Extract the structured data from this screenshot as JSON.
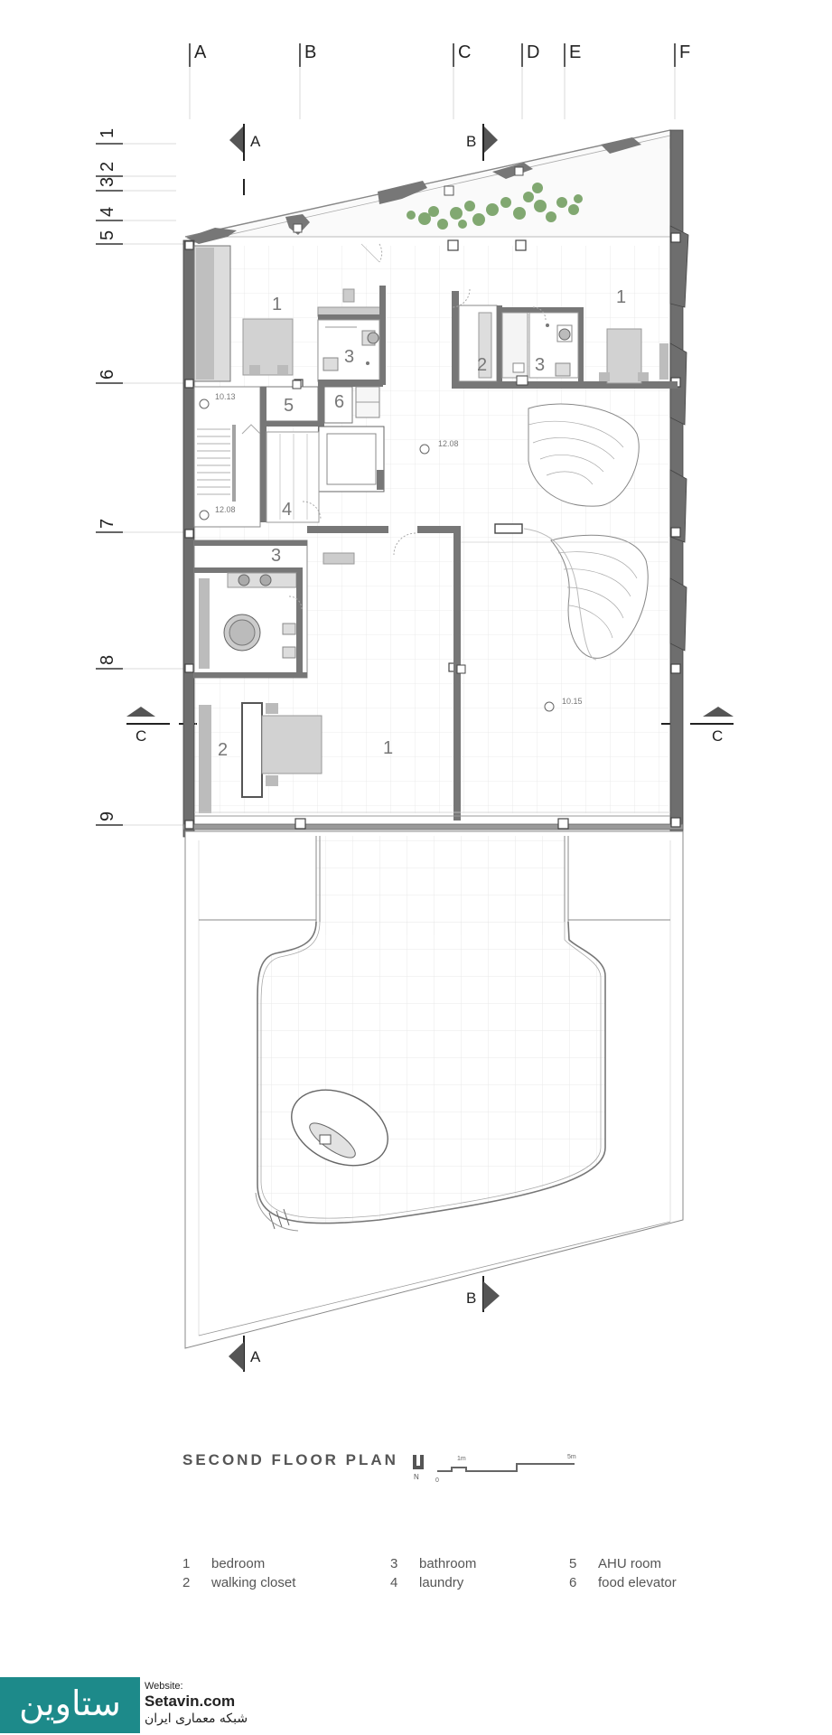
{
  "grid_columns": [
    "A",
    "B",
    "C",
    "D",
    "E",
    "F"
  ],
  "grid_rows": [
    "1",
    "2",
    "3",
    "4",
    "5",
    "6",
    "7",
    "8",
    "9"
  ],
  "section_marks": {
    "a": "A",
    "b": "B",
    "c": "C"
  },
  "rooms": {
    "bedroom_upper_left": "1",
    "bedroom_upper_right": "1",
    "closet_upper_right": "2",
    "bath_upper_left": "3",
    "bath_upper_right": "3",
    "food_elevator": "6",
    "ahu_room": "5",
    "laundry": "4",
    "bath_lower": "3",
    "closet_lower": "2",
    "bedroom_lower": "1"
  },
  "levels": {
    "stair": "10.13",
    "stair_lower": "12.08",
    "hall": "12.08",
    "void": "10.15"
  },
  "title": "SECOND FLOOR PLAN",
  "north_label": "N",
  "scale_bar": {
    "zero": "0",
    "one": "1m",
    "five": "5m"
  },
  "legend": [
    {
      "num": "1",
      "label": "bedroom"
    },
    {
      "num": "2",
      "label": "walking closet"
    },
    {
      "num": "3",
      "label": "bathroom"
    },
    {
      "num": "4",
      "label": "laundry"
    },
    {
      "num": "5",
      "label": "AHU room"
    },
    {
      "num": "6",
      "label": "food elevator"
    }
  ],
  "branding": {
    "logo": "ستاوین",
    "website_label": "Website:",
    "url": "Setavin.com",
    "subtitle": "شبکه معماری ایران"
  }
}
